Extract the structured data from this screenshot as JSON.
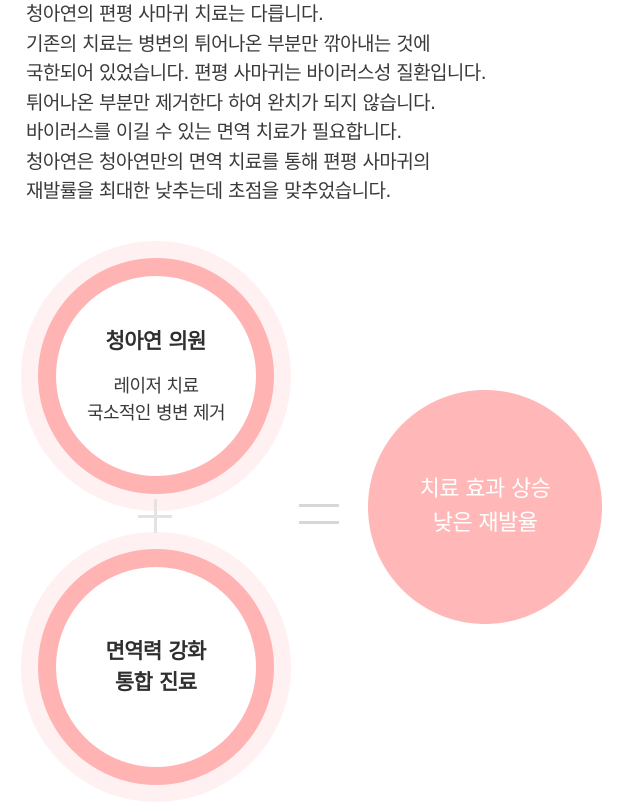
{
  "intro": {
    "lines": [
      "청아연의 편평 사마귀 치료는 다릅니다.",
      "기존의 치료는 병변의 튀어나온 부분만 깎아내는 것에",
      "국한되어 있었습니다. 편평 사마귀는 바이러스성 질환입니다.",
      "튀어나온 부분만 제거한다 하여 완치가 되지 않습니다.",
      "바이러스를 이길 수 있는 면역 치료가 필요합니다.",
      "청아연은 청아연만의 면역 치료를 통해 편평 사마귀의",
      "재발률을 최대한 낮추는데 초점을 맞추었습니다."
    ]
  },
  "clinic_circle": {
    "title": "청아연 의원",
    "sub": [
      "레이저 치료",
      "국소적인 병변 제거"
    ]
  },
  "immune_circle": {
    "lines": [
      "면역력 강화",
      "통합 진료"
    ]
  },
  "result_circle": {
    "lines": [
      "치료 효과 상승",
      "낮은 재발율"
    ]
  },
  "operators": {
    "plus_icon": "plus-icon",
    "equals_icon": "equals-icon"
  },
  "colors": {
    "ring": "#ffb3b3",
    "halo": "#fff1f1",
    "result_fill": "#ffb7b7",
    "operator": "#e0e0e0"
  }
}
